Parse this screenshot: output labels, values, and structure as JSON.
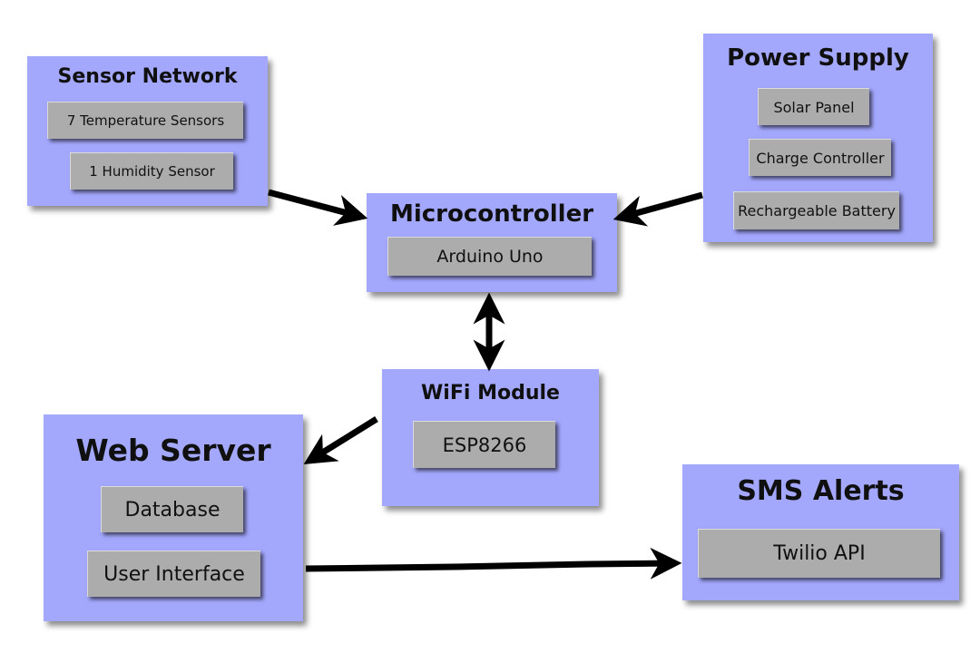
{
  "diagram": {
    "sensor_network": {
      "title": "Sensor Network",
      "items": [
        "7 Temperature Sensors",
        "1 Humidity Sensor"
      ]
    },
    "power_supply": {
      "title": "Power Supply",
      "items": [
        "Solar Panel",
        "Charge Controller",
        "Rechargeable Battery"
      ]
    },
    "microcontroller": {
      "title": "Microcontroller",
      "items": [
        "Arduino Uno"
      ]
    },
    "wifi_module": {
      "title": "WiFi Module",
      "items": [
        "ESP8266"
      ]
    },
    "web_server": {
      "title": "Web Server",
      "items": [
        "Database",
        "User Interface"
      ]
    },
    "sms_alerts": {
      "title": "SMS Alerts",
      "items": [
        "Twilio API"
      ]
    }
  },
  "colors": {
    "panel": "#a4a8fd",
    "chip": "#acacac",
    "arrow": "#000000"
  }
}
